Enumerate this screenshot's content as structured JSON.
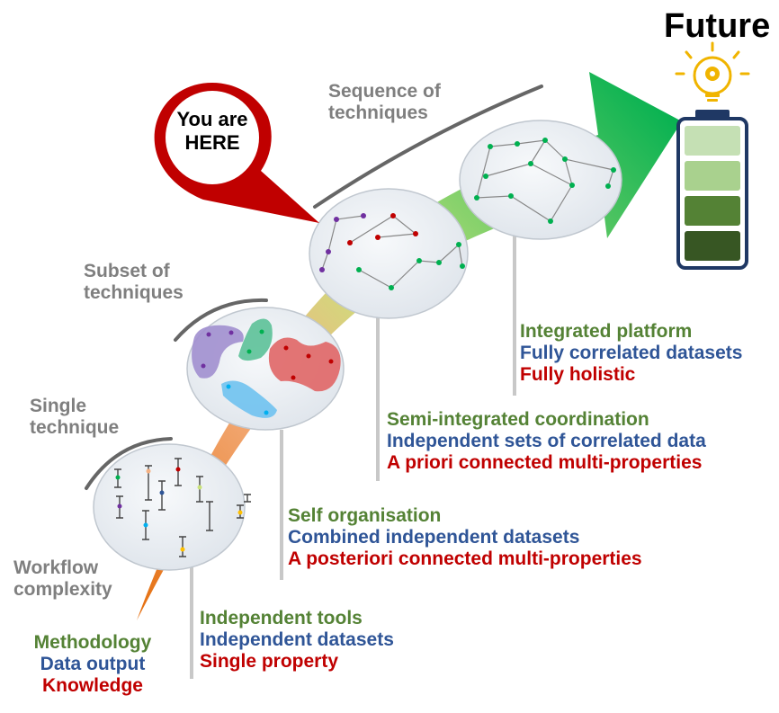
{
  "future": {
    "label": "Future"
  },
  "pin": {
    "line1": "You are",
    "line2": "HERE"
  },
  "stages": {
    "single": {
      "title_line1": "Single",
      "title_line2": "technique"
    },
    "subset": {
      "title_line1": "Subset of",
      "title_line2": "techniques"
    },
    "sequence": {
      "title_line1": "Sequence of",
      "title_line2": "techniques"
    }
  },
  "axis": {
    "line1": "Workflow",
    "line2": "complexity"
  },
  "legend": {
    "methodology": "Methodology",
    "data_output": "Data output",
    "knowledge": "Knowledge"
  },
  "levels": [
    {
      "methodology": "Independent tools",
      "data": "Independent datasets",
      "knowledge": "Single property"
    },
    {
      "methodology": "Self organisation",
      "data": "Combined independent datasets",
      "knowledge": "A posteriori connected multi-properties"
    },
    {
      "methodology": "Semi-integrated coordination",
      "data": "Independent sets of correlated data",
      "knowledge": "A priori connected multi-properties"
    },
    {
      "methodology": "Integrated platform",
      "data": "Fully correlated datasets",
      "knowledge": "Fully holistic"
    }
  ],
  "colors": {
    "methodology": "#548235",
    "data": "#2f5597",
    "knowledge": "#c00000",
    "label_grey": "#7f7f7f",
    "pin": "#c00000",
    "arrow_start": "#e46c0a",
    "arrow_end": "#00b050"
  },
  "icons": [
    "lightbulb-gear-icon",
    "battery-icon",
    "location-pin-icon"
  ]
}
